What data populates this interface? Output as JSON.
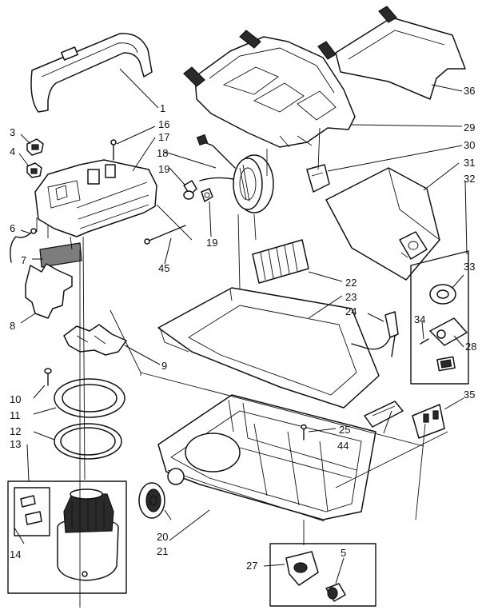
{
  "diagram": {
    "callouts": {
      "c1": "1",
      "c3": "3",
      "c4": "4",
      "c5": "5",
      "c6": "6",
      "c7": "7",
      "c8": "8",
      "c9": "9",
      "c10": "10",
      "c11": "11",
      "c12": "12",
      "c13": "13",
      "c14": "14",
      "c16": "16",
      "c17": "17",
      "c18": "18",
      "c19a": "19",
      "c19b": "19",
      "c20": "20",
      "c21": "21",
      "c22": "22",
      "c23": "23",
      "c24": "24",
      "c25": "25",
      "c27": "27",
      "c28": "28",
      "c29": "29",
      "c30": "30",
      "c31": "31",
      "c32": "32",
      "c33": "33",
      "c34": "34",
      "c35": "35",
      "c36": "36",
      "c44": "44",
      "c45": "45"
    }
  }
}
